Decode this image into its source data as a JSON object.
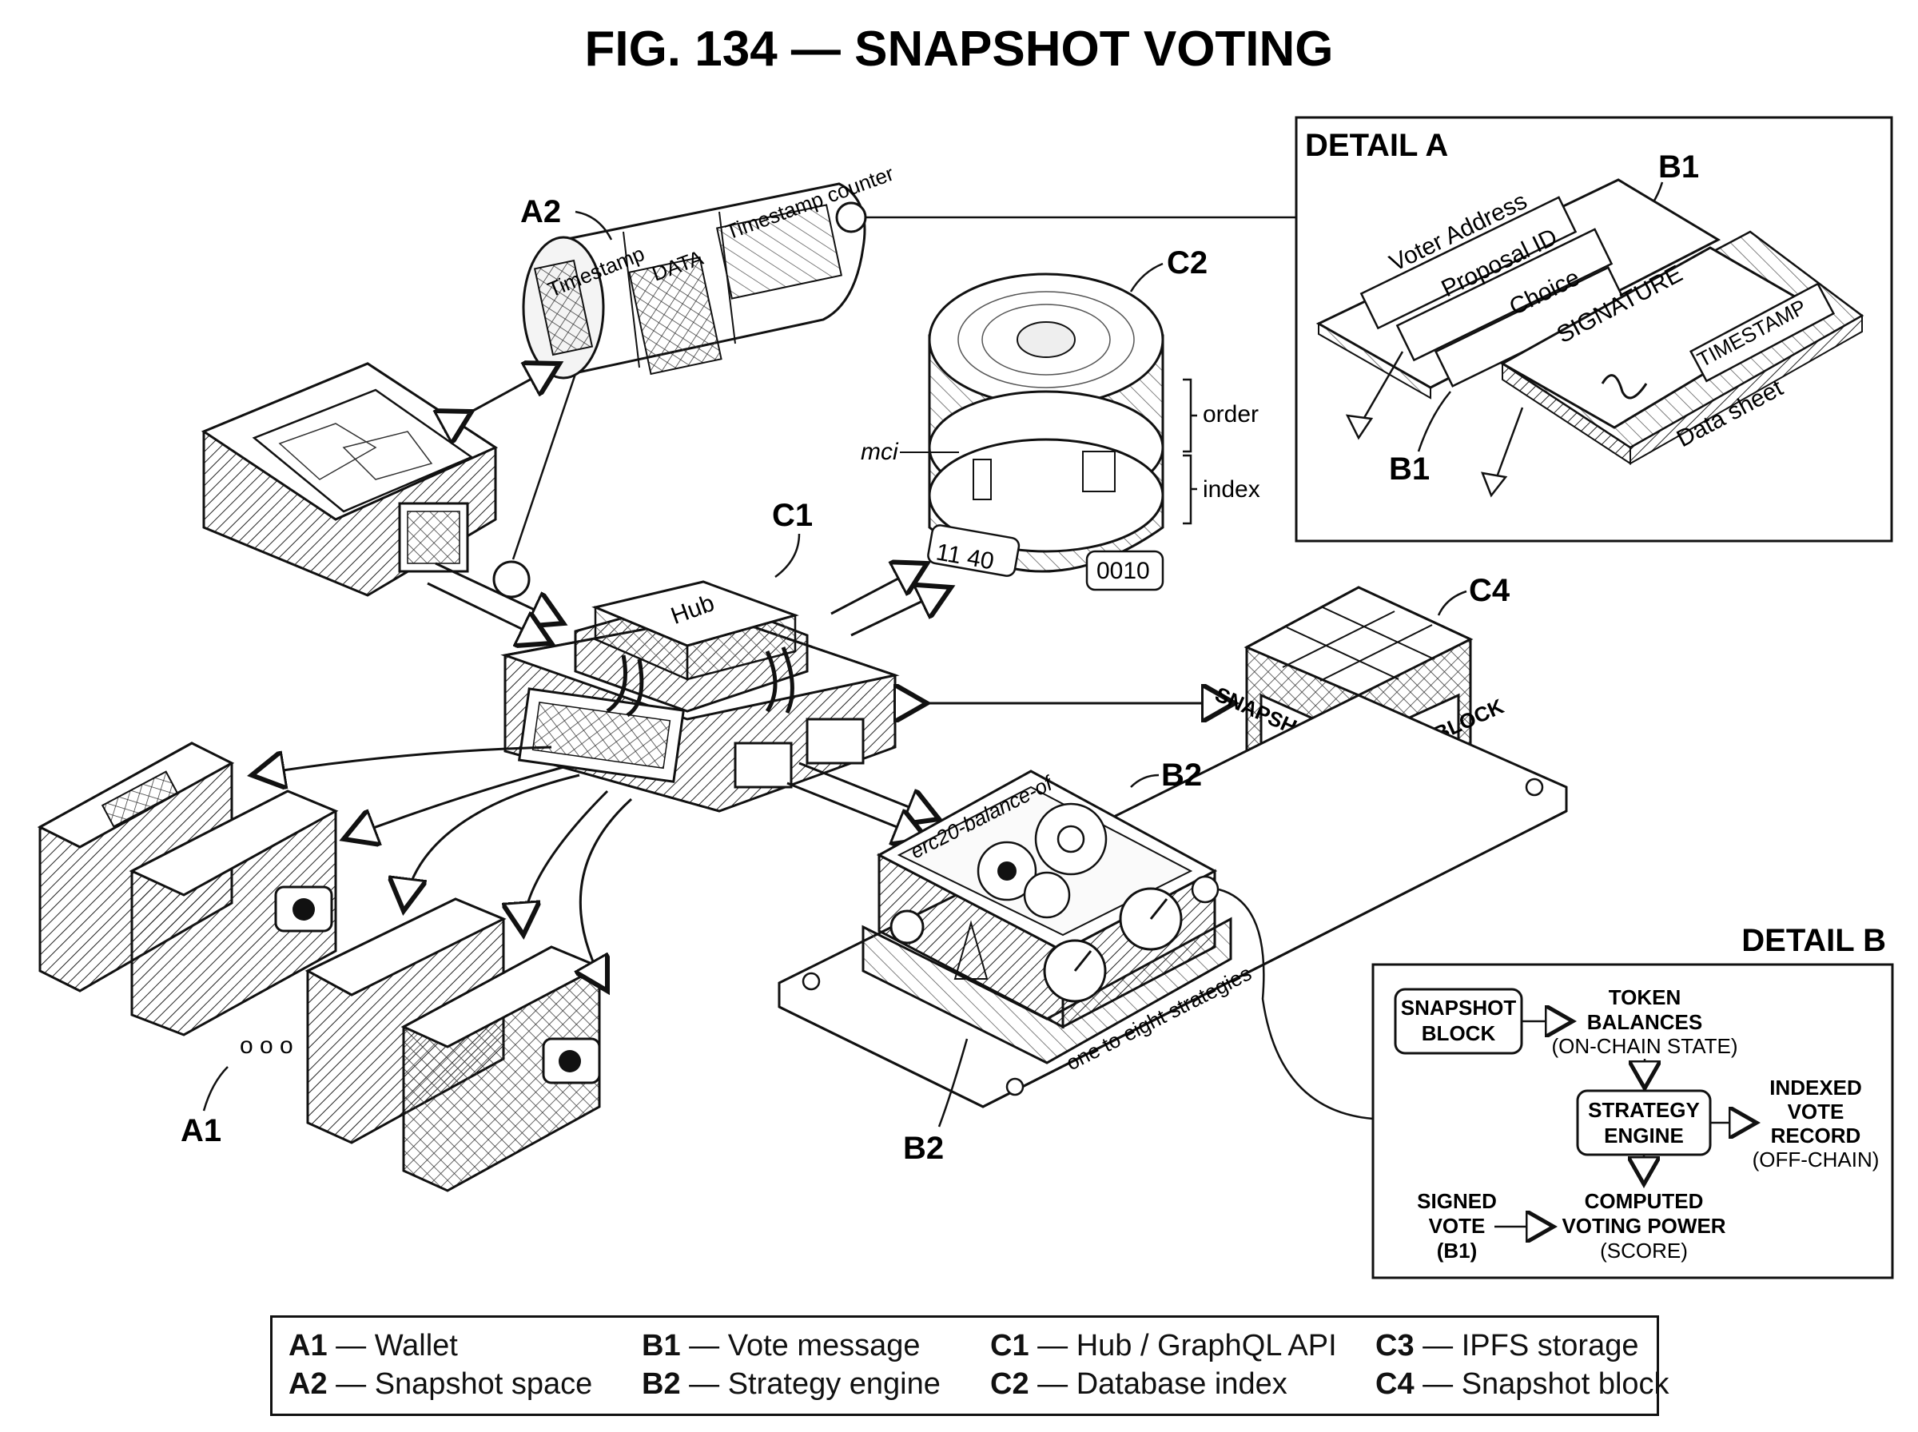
{
  "title": "FIG. 134 — SNAPSHOT VOTING",
  "labels": {
    "a1": "A1",
    "a2": "A2",
    "b1": "B1",
    "b2": "B2",
    "c1": "C1",
    "c2": "C2",
    "c4": "C4"
  },
  "a2_cylinder": {
    "timestamp": "Timestamp",
    "data": "DATA",
    "counter": "Timestamp counter"
  },
  "hub": {
    "label": "Hub"
  },
  "c2_db": {
    "order": "order",
    "index": "index",
    "mci": "mci",
    "counter_left": "11 40",
    "counter_right": "0010"
  },
  "c4_block": {
    "face_left": "SNAPSHOT BLOCK",
    "face_right": "SNAPSHOT BLOCK"
  },
  "b2_engine": {
    "top": "erc20-balance-of",
    "plate": "one to eight strategies"
  },
  "wallets": {
    "ellipsis": "o o o"
  },
  "detail_a": {
    "title": "DETAIL A",
    "b1_top": "B1",
    "b1_bottom": "B1",
    "rows": [
      "Voter Address",
      "Proposal ID",
      "Choice"
    ],
    "signature": "SIGNATURE",
    "timestamp": "TIMESTAMP",
    "datasheet": "Data sheet"
  },
  "detail_b": {
    "title": "DETAIL B",
    "snapshot_block": [
      "SNAPSHOT",
      "BLOCK"
    ],
    "token_balances": [
      "TOKEN",
      "BALANCES"
    ],
    "on_chain": "(ON-CHAIN STATE)",
    "strategy_engine": [
      "STRATEGY",
      "ENGINE"
    ],
    "indexed": [
      "INDEXED",
      "VOTE",
      "RECORD"
    ],
    "off_chain": "(OFF-CHAIN)",
    "signed": [
      "SIGNED",
      "VOTE",
      "(B1)"
    ],
    "computed": [
      "COMPUTED",
      "VOTING POWER"
    ],
    "score": "(SCORE)"
  },
  "legend": [
    {
      "key": "A1",
      "text": "— Wallet"
    },
    {
      "key": "A2",
      "text": "— Snapshot space"
    },
    {
      "key": "B1",
      "text": "— Vote message"
    },
    {
      "key": "B2",
      "text": "— Strategy engine"
    },
    {
      "key": "C1",
      "text": "— Hub / GraphQL API"
    },
    {
      "key": "C2",
      "text": "— Database index"
    },
    {
      "key": "C3",
      "text": "— IPFS storage"
    },
    {
      "key": "C4",
      "text": "— Snapshot block"
    }
  ]
}
